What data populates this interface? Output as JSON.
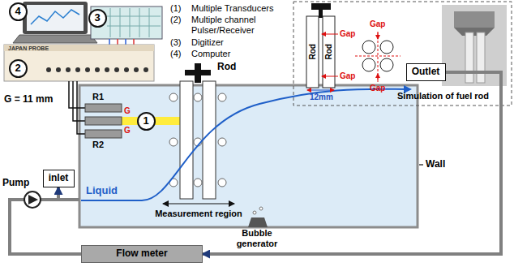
{
  "diagram": {
    "nodes": [
      {
        "text": [
          "4"
        ]
      },
      {
        "text": [
          "3"
        ]
      },
      {
        "text": [
          "2"
        ]
      },
      {
        "text": [
          "1"
        ]
      },
      {
        "text": [
          "Outlet"
        ]
      },
      {
        "text": [
          "inlet"
        ]
      },
      {
        "text": [
          "Flow meter"
        ]
      }
    ],
    "edges": [
      {
        "from": 4,
        "to": 6,
        "arrow": "to"
      },
      {
        "from": 6,
        "to": 5,
        "arrow": "to"
      }
    ],
    "labels": [
      "(1)",
      "Multiple Transducers",
      "(2)",
      "Multiple channel Pulser/Receiver",
      "(3)",
      "Digitizer",
      "(4)",
      "Computer",
      "JAPAN PROBE",
      "G = 11 mm",
      "R1",
      "G",
      "G",
      "R2",
      "Rod",
      "Liquid",
      "Pump",
      "Wall",
      "Measurement region",
      "Bubble generator",
      "Rod",
      "Rod",
      "Gap",
      "Gap",
      "Gap",
      "Gap",
      "12mm",
      "Simulation of fuel rod"
    ]
  }
}
